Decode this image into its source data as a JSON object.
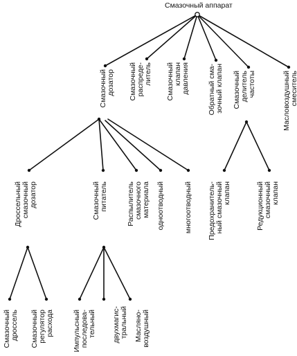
{
  "root": {
    "label": "Смазочный аппарат"
  },
  "level1": [
    {
      "id": "dosator",
      "lines": [
        "Смазочный",
        "дозатор"
      ]
    },
    {
      "id": "raspredelitel",
      "lines": [
        "Смазочный",
        "распреде-",
        "литель"
      ]
    },
    {
      "id": "klapan",
      "lines": [
        "Смазочный",
        "клапан",
        "давления"
      ]
    },
    {
      "id": "obratny",
      "lines": [
        "Обратный сма-",
        "зочный клапан"
      ]
    },
    {
      "id": "delitel",
      "lines": [
        "Смазочный",
        "делитель",
        "частоты"
      ]
    },
    {
      "id": "smesitel",
      "lines": [
        "Масловоздушный",
        "смеситель"
      ]
    }
  ],
  "level2_dosator": [
    {
      "id": "drossel_dosator",
      "lines": [
        "Дроссельный",
        "смазочный",
        "дозатор"
      ]
    },
    {
      "id": "pitatel",
      "lines": [
        "Смазочный",
        "питатель"
      ]
    },
    {
      "id": "raspylitel",
      "lines": [
        "Распылитель",
        "смазочного",
        "материала"
      ]
    },
    {
      "id": "odnootvodny",
      "lines": [
        "одноотводный"
      ]
    },
    {
      "id": "mnogootvodny",
      "lines": [
        "многоотводный"
      ]
    }
  ],
  "level2_delitel": [
    {
      "id": "predohranitelny",
      "lines": [
        "Предохранитель-",
        "ный смазочный",
        "клапан"
      ]
    },
    {
      "id": "redukcionny",
      "lines": [
        "Редукционный",
        "смазочный",
        "клапан"
      ]
    }
  ],
  "level3_drossel": [
    {
      "id": "drossel",
      "lines": [
        "Смазочный",
        "дроссель"
      ]
    },
    {
      "id": "regulyator",
      "lines": [
        "Смазочный",
        "регулятор",
        "расхода"
      ]
    }
  ],
  "level3_pitatel": [
    {
      "id": "impulsny",
      "lines": [
        "Импульсный",
        "последова-",
        "тельный"
      ]
    },
    {
      "id": "dvuhmagistralny",
      "lines": [
        "двухмагис-",
        "тральный"
      ]
    },
    {
      "id": "maslovozdushny",
      "lines": [
        "Масляно-",
        "воздушный"
      ]
    }
  ]
}
